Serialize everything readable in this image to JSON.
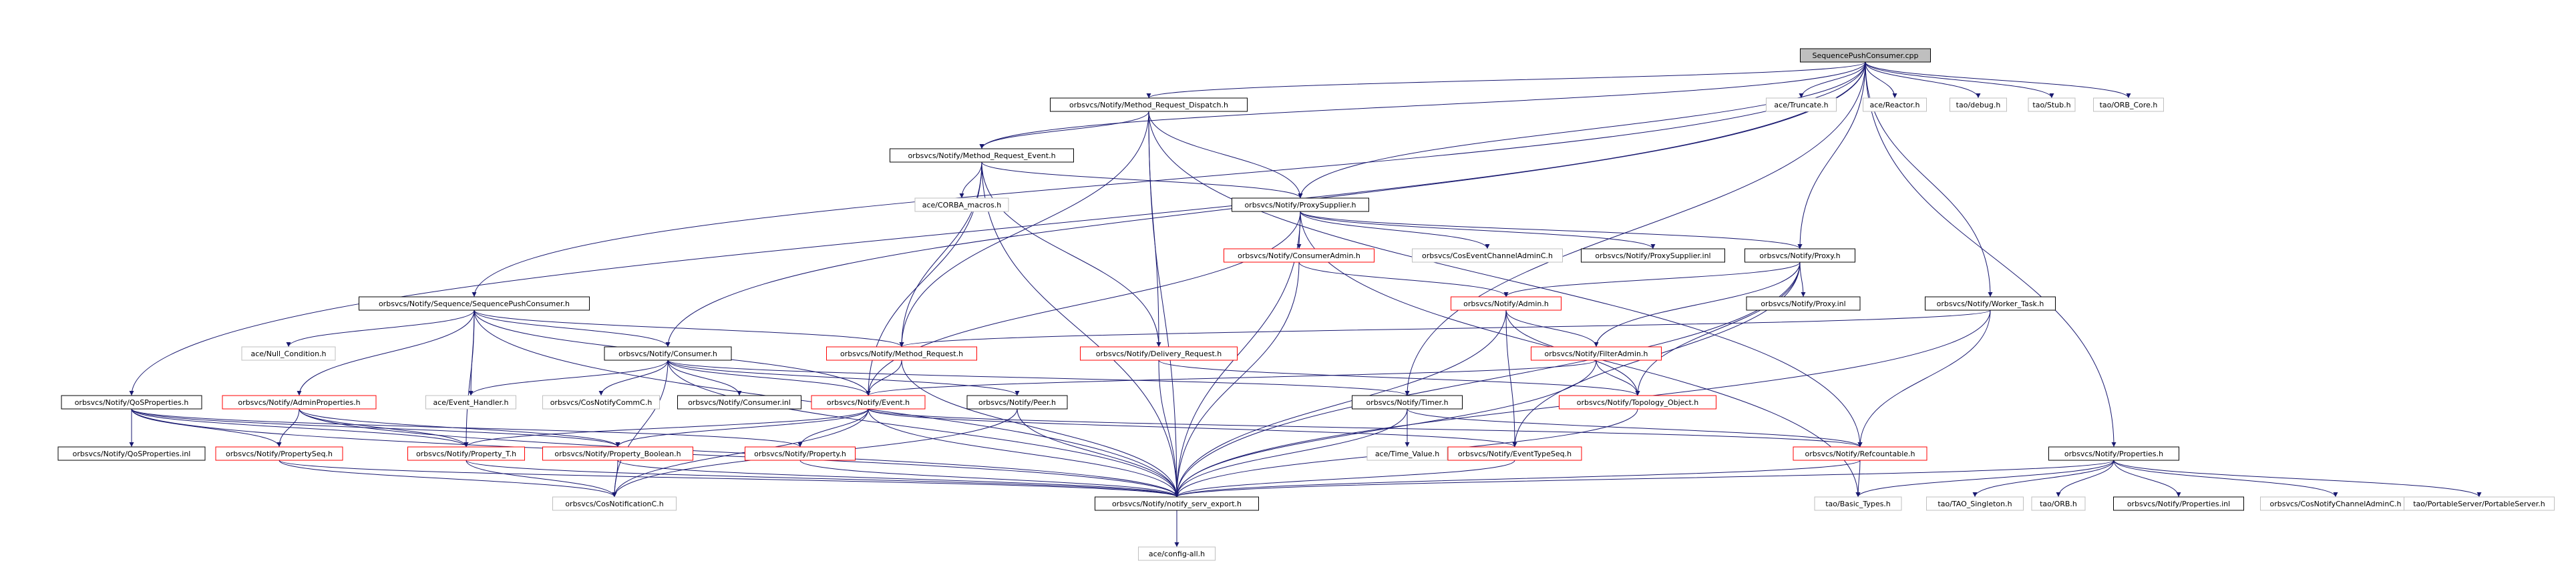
{
  "colors": {
    "edge": "#191970",
    "node_border_plain": "#000000",
    "node_border_red": "#ff0000",
    "node_border_none": "#bfbfbf",
    "root_fill": "#bfbfbf",
    "node_fill": "#ffffff"
  },
  "nodes": [
    {
      "id": "root",
      "label": "SequencePushConsumer.cpp",
      "style": "root"
    },
    {
      "id": "mrd",
      "label": "orbsvcs/Notify/Method_Request_Dispatch.h",
      "style": "plain"
    },
    {
      "id": "truncate",
      "label": "ace/Truncate.h",
      "style": "none"
    },
    {
      "id": "reactor",
      "label": "ace/Reactor.h",
      "style": "none"
    },
    {
      "id": "debug",
      "label": "tao/debug.h",
      "style": "none"
    },
    {
      "id": "stub",
      "label": "tao/Stub.h",
      "style": "none"
    },
    {
      "id": "orbcore",
      "label": "tao/ORB_Core.h",
      "style": "none"
    },
    {
      "id": "mre",
      "label": "orbsvcs/Notify/Method_Request_Event.h",
      "style": "plain"
    },
    {
      "id": "corbamacros",
      "label": "ace/CORBA_macros.h",
      "style": "none"
    },
    {
      "id": "proxysupplier",
      "label": "orbsvcs/Notify/ProxySupplier.h",
      "style": "plain"
    },
    {
      "id": "consumeradmin",
      "label": "orbsvcs/Notify/ConsumerAdmin.h",
      "style": "red"
    },
    {
      "id": "coseventchanneladmin",
      "label": "orbsvcs/CosEventChannelAdminC.h",
      "style": "none"
    },
    {
      "id": "proxysupplierinl",
      "label": "orbsvcs/Notify/ProxySupplier.inl",
      "style": "plain"
    },
    {
      "id": "proxy",
      "label": "orbsvcs/Notify/Proxy.h",
      "style": "plain"
    },
    {
      "id": "spc",
      "label": "orbsvcs/Notify/Sequence/SequencePushConsumer.h",
      "style": "plain"
    },
    {
      "id": "admin",
      "label": "orbsvcs/Notify/Admin.h",
      "style": "red"
    },
    {
      "id": "proxyinl",
      "label": "orbsvcs/Notify/Proxy.inl",
      "style": "plain"
    },
    {
      "id": "workertask",
      "label": "orbsvcs/Notify/Worker_Task.h",
      "style": "plain"
    },
    {
      "id": "nullcondition",
      "label": "ace/Null_Condition.h",
      "style": "none"
    },
    {
      "id": "consumer",
      "label": "orbsvcs/Notify/Consumer.h",
      "style": "plain"
    },
    {
      "id": "methodrequest",
      "label": "orbsvcs/Notify/Method_Request.h",
      "style": "red"
    },
    {
      "id": "deliveryrequest",
      "label": "orbsvcs/Notify/Delivery_Request.h",
      "style": "red"
    },
    {
      "id": "filteradmin",
      "label": "orbsvcs/Notify/FilterAdmin.h",
      "style": "red"
    },
    {
      "id": "qosprops",
      "label": "orbsvcs/Notify/QoSProperties.h",
      "style": "plain"
    },
    {
      "id": "adminprops",
      "label": "orbsvcs/Notify/AdminProperties.h",
      "style": "red"
    },
    {
      "id": "eventhandler",
      "label": "ace/Event_Handler.h",
      "style": "none"
    },
    {
      "id": "cosnotifycommc",
      "label": "orbsvcs/CosNotifyCommC.h",
      "style": "none"
    },
    {
      "id": "consumerinl",
      "label": "orbsvcs/Notify/Consumer.inl",
      "style": "plain"
    },
    {
      "id": "event",
      "label": "orbsvcs/Notify/Event.h",
      "style": "red"
    },
    {
      "id": "peer",
      "label": "orbsvcs/Notify/Peer.h",
      "style": "plain"
    },
    {
      "id": "timer",
      "label": "orbsvcs/Notify/Timer.h",
      "style": "plain"
    },
    {
      "id": "topologyobject",
      "label": "orbsvcs/Notify/Topology_Object.h",
      "style": "red"
    },
    {
      "id": "qospropsinl",
      "label": "orbsvcs/Notify/QoSProperties.inl",
      "style": "plain"
    },
    {
      "id": "propertyseq",
      "label": "orbsvcs/Notify/PropertySeq.h",
      "style": "red"
    },
    {
      "id": "propertyt",
      "label": "orbsvcs/Notify/Property_T.h",
      "style": "red"
    },
    {
      "id": "propertybool",
      "label": "orbsvcs/Notify/Property_Boolean.h",
      "style": "red"
    },
    {
      "id": "property",
      "label": "orbsvcs/Notify/Property.h",
      "style": "red"
    },
    {
      "id": "timevalue",
      "label": "ace/Time_Value.h",
      "style": "none"
    },
    {
      "id": "eventtypeseq",
      "label": "orbsvcs/Notify/EventTypeSeq.h",
      "style": "red"
    },
    {
      "id": "refcountable",
      "label": "orbsvcs/Notify/Refcountable.h",
      "style": "red"
    },
    {
      "id": "properties",
      "label": "orbsvcs/Notify/Properties.h",
      "style": "plain"
    },
    {
      "id": "cosnotificationc",
      "label": "orbsvcs/CosNotificationC.h",
      "style": "none"
    },
    {
      "id": "notifyservexport",
      "label": "orbsvcs/Notify/notify_serv_export.h",
      "style": "plain"
    },
    {
      "id": "basictypes",
      "label": "tao/Basic_Types.h",
      "style": "none"
    },
    {
      "id": "taosingleton",
      "label": "tao/TAO_Singleton.h",
      "style": "none"
    },
    {
      "id": "orbh",
      "label": "tao/ORB.h",
      "style": "none"
    },
    {
      "id": "propertiesinl",
      "label": "orbsvcs/Notify/Properties.inl",
      "style": "plain"
    },
    {
      "id": "cosnotifychanneladmin",
      "label": "orbsvcs/CosNotifyChannelAdminC.h",
      "style": "none"
    },
    {
      "id": "portableserver",
      "label": "tao/PortableServer/PortableServer.h",
      "style": "none"
    },
    {
      "id": "configall",
      "label": "ace/config-all.h",
      "style": "none"
    }
  ]
}
